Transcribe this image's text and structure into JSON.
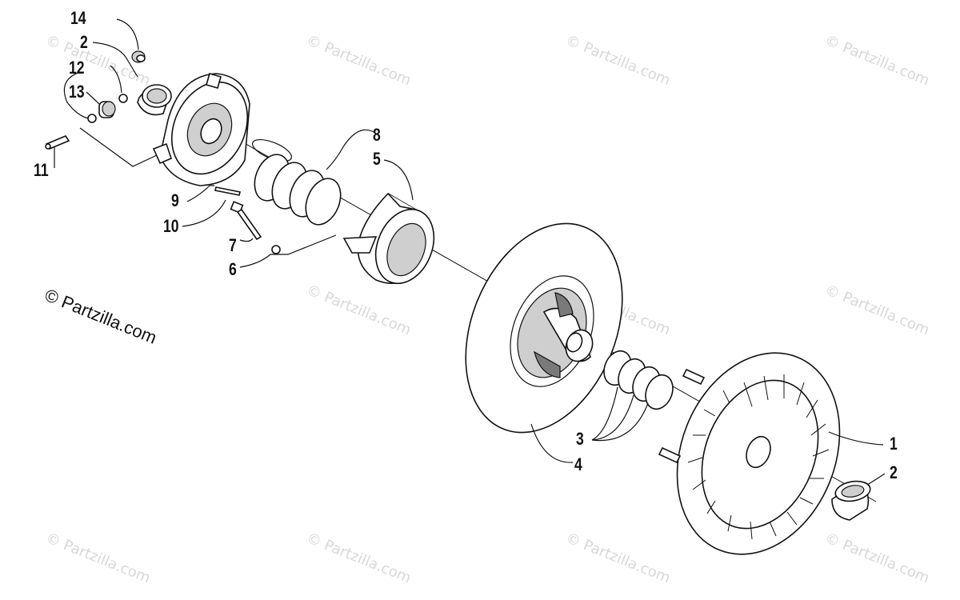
{
  "copyright": "© Partzilla.com",
  "watermark_text": "© Partzilla.com",
  "callouts": {
    "c14": "14",
    "c2_top": "2",
    "c12": "12",
    "c13": "13",
    "c11": "11",
    "c9": "9",
    "c10": "10",
    "c8": "8",
    "c5": "5",
    "c7": "7",
    "c6": "6",
    "c3": "3",
    "c4": "4",
    "c1": "1",
    "c2_bottom": "2"
  }
}
